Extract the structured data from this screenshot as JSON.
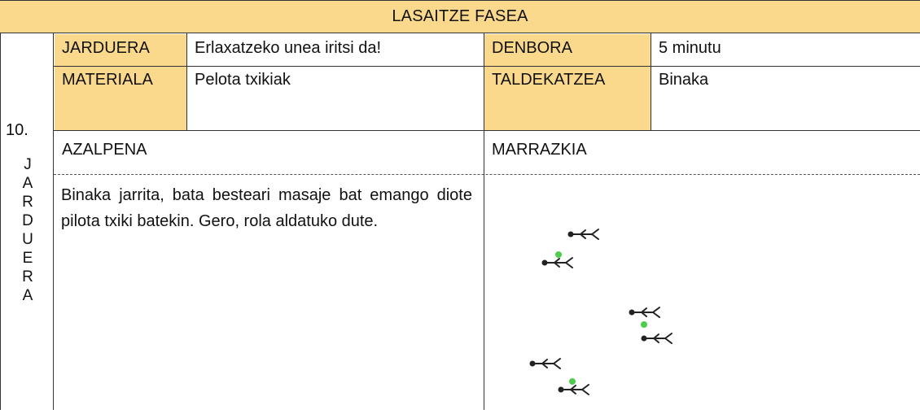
{
  "header": {
    "title": "LASAITZE FASEA"
  },
  "activity": {
    "number": "10.",
    "vertical_letters": [
      "J",
      "A",
      "R",
      "D",
      "U",
      "E",
      "R",
      "A"
    ]
  },
  "fields": {
    "jarduera_label": "JARDUERA",
    "jarduera_value": "Erlaxatzeko unea iritsi da!",
    "denbora_label": "DENBORA",
    "denbora_value": "5 minutu",
    "materiala_label": "MATERIALA",
    "materiala_value": "Pelota txikiak",
    "taldekatzea_label": "TALDEKATZEA",
    "taldekatzea_value": "Binaka"
  },
  "sections": {
    "azalpena_label": "AZALPENA",
    "marrazkia_label": "MARRAZKIA"
  },
  "explanation": "Binaka jarrita, bata besteari masaje bat emango diote pilota txiki batekin. Gero, rola aldatuko dute.",
  "colors": {
    "header_bg": "#fbd98c",
    "label_bg": "#fbd98c",
    "ball": "#4ccd4c"
  },
  "drawing": {
    "pairs": 3,
    "figures": 6,
    "balls": 3
  }
}
